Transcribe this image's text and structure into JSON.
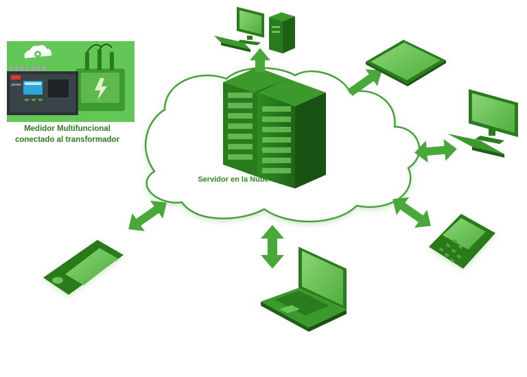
{
  "meter_panel": {
    "brand": "ADTEK",
    "caption_line1": "Medidor Multifuncional",
    "caption_line2": "conectado al transformador"
  },
  "cloud": {
    "label": "Servidor en la Nube"
  },
  "colors": {
    "green_dark": "#2e7d1e",
    "green_mid": "#3f9a2e",
    "green_light": "#6cc25a",
    "cloud_fill": "#ffffff",
    "meter_panel_bg": "#63c757"
  },
  "devices": [
    "desktop-computer",
    "tablet",
    "monitor-with-keyboard",
    "blackberry-phone",
    "laptop",
    "smartphone"
  ]
}
